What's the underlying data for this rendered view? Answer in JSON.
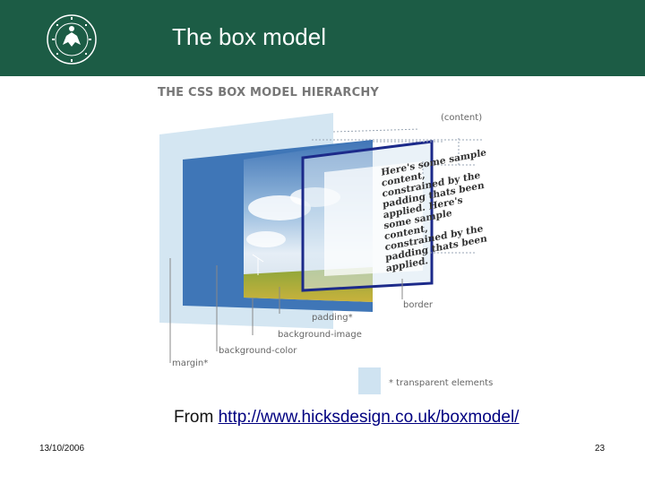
{
  "slide": {
    "title": "The box model",
    "caption_prefix": "From ",
    "caption_link": "http://www.hicksdesign.co.uk/boxmodel/",
    "date": "13/10/2006",
    "page_number": "23"
  },
  "diagram": {
    "title": "THE CSS BOX MODEL HIERARCHY",
    "labels": {
      "content": "(content)",
      "border": "border",
      "padding": "padding*",
      "background_image": "background-image",
      "background_color": "background-color",
      "margin": "margin*",
      "transparent": "* transparent elements"
    },
    "sample_text": "Here's some sample content, constrained by the padding thats been applied. Here's some sample content, constrained by the padding thats been applied."
  },
  "colors": {
    "header_bg": "#1c5c45",
    "link": "#000080",
    "border_blue": "#1c2a8a"
  }
}
